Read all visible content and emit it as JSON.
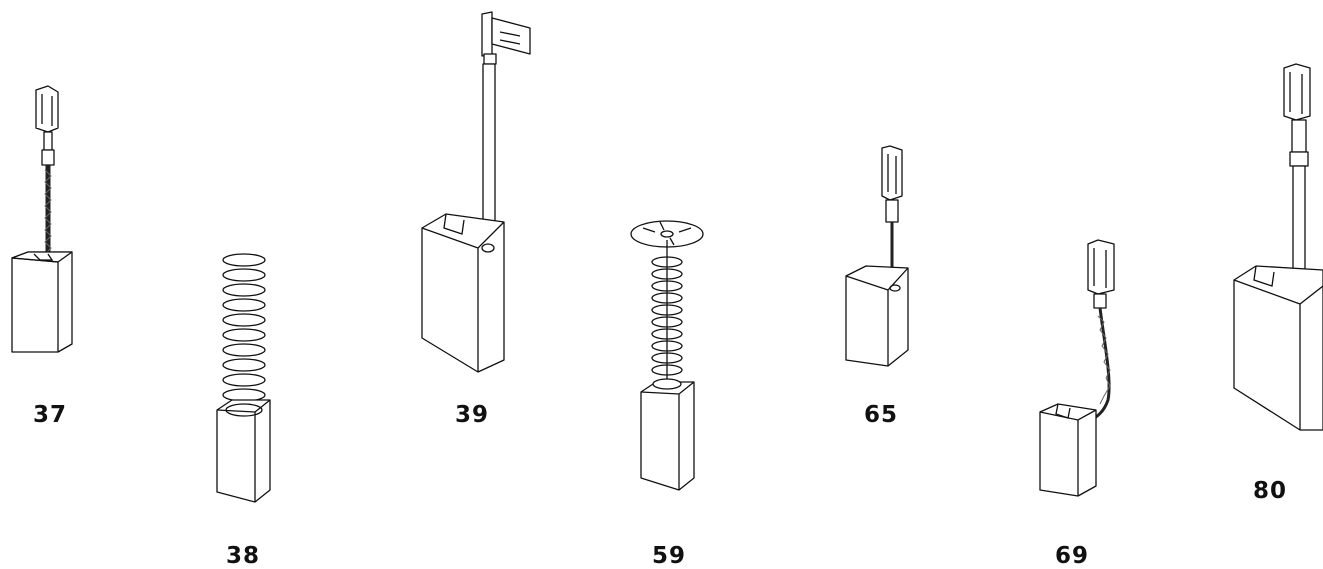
{
  "parts": [
    {
      "id": "brush-37",
      "label": "37"
    },
    {
      "id": "brush-38",
      "label": "38"
    },
    {
      "id": "brush-39",
      "label": "39"
    },
    {
      "id": "brush-59",
      "label": "59"
    },
    {
      "id": "brush-65",
      "label": "65"
    },
    {
      "id": "brush-69",
      "label": "69"
    },
    {
      "id": "brush-80",
      "label": "80"
    }
  ]
}
